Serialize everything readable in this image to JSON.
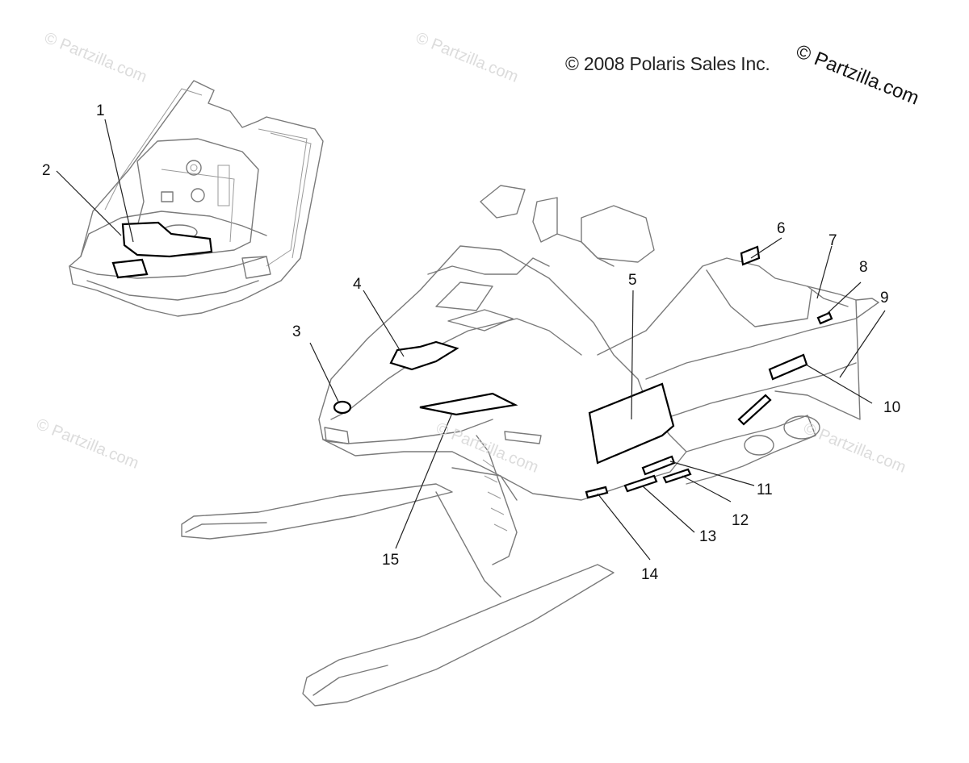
{
  "copyright": "© 2008 Polaris Sales Inc.",
  "brand": "© Partzilla.com",
  "watermark": "© Partzilla.com",
  "callouts": [
    "1",
    "2",
    "3",
    "4",
    "5",
    "6",
    "7",
    "8",
    "9",
    "10",
    "11",
    "12",
    "13",
    "14",
    "15"
  ],
  "colors": {
    "line": "#7a7a7a",
    "decal": "#000000",
    "text": "#111111",
    "watermark": "#dcdcdc"
  }
}
